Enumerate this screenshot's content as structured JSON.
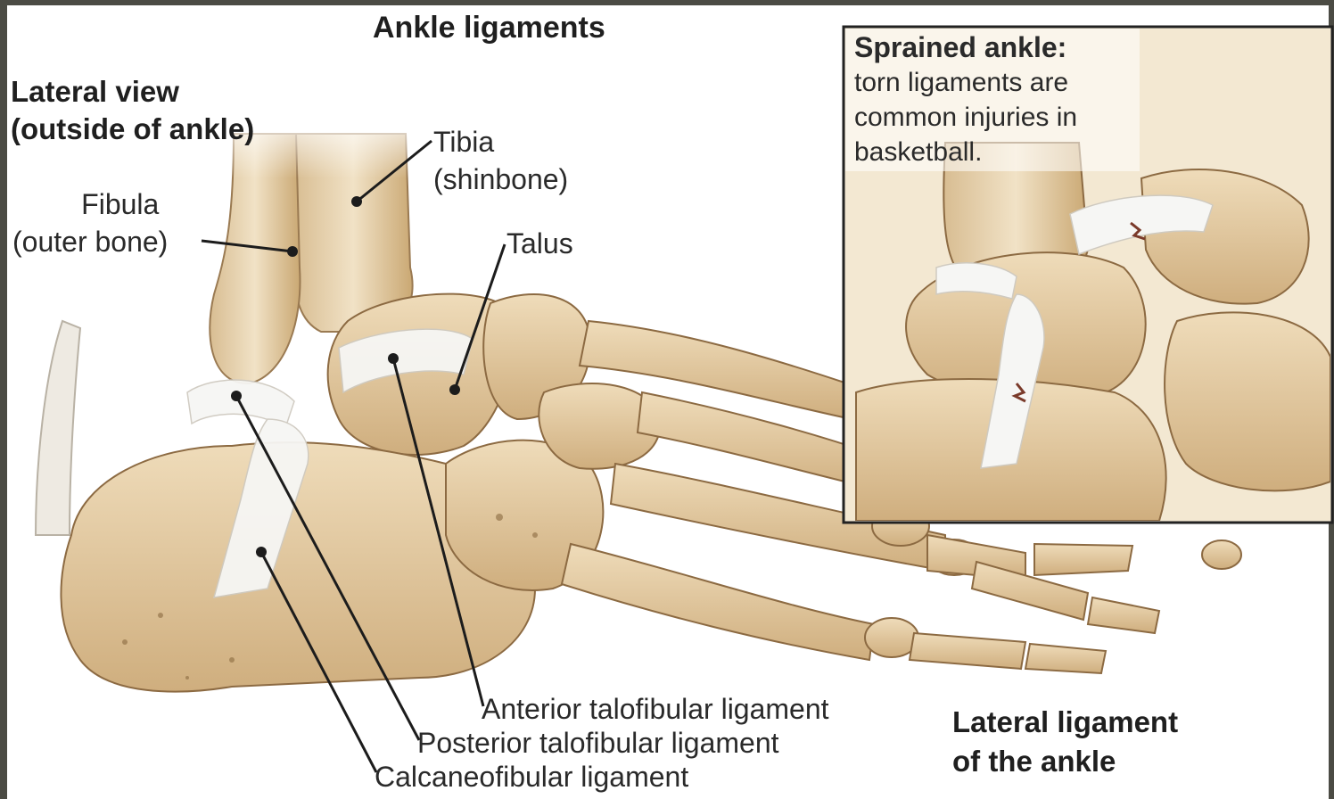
{
  "diagram": {
    "title": "Ankle ligaments",
    "view_label": [
      "Lateral view",
      "(outside of ankle)"
    ],
    "bone_labels": {
      "tibia": [
        "Tibia",
        "(shinbone)"
      ],
      "fibula": [
        "Fibula",
        "(outer bone)"
      ],
      "talus": "Talus"
    },
    "ligament_labels": {
      "anterior_talofibular": "Anterior talofibular ligament",
      "posterior_talofibular": "Posterior talofibular ligament",
      "calcaneofibular": "Calcaneofibular ligament"
    },
    "group_label": [
      "Lateral ligament",
      "of the ankle"
    ],
    "inset": {
      "heading": "Sprained ankle:",
      "text": [
        "torn ligaments are",
        "common injuries in",
        "basketball."
      ]
    }
  },
  "colors": {
    "background": "#4b4b44",
    "bone": "#e7d2ad",
    "bone_shadow": "#c9a877",
    "bone_outline": "#8c6a42",
    "ligament": "#f5f5f3",
    "leader": "#1c1c1c",
    "text": "#2a2a2a"
  },
  "icons": [
    "foot-skeleton-illustration",
    "torn-ligament-illustration"
  ]
}
